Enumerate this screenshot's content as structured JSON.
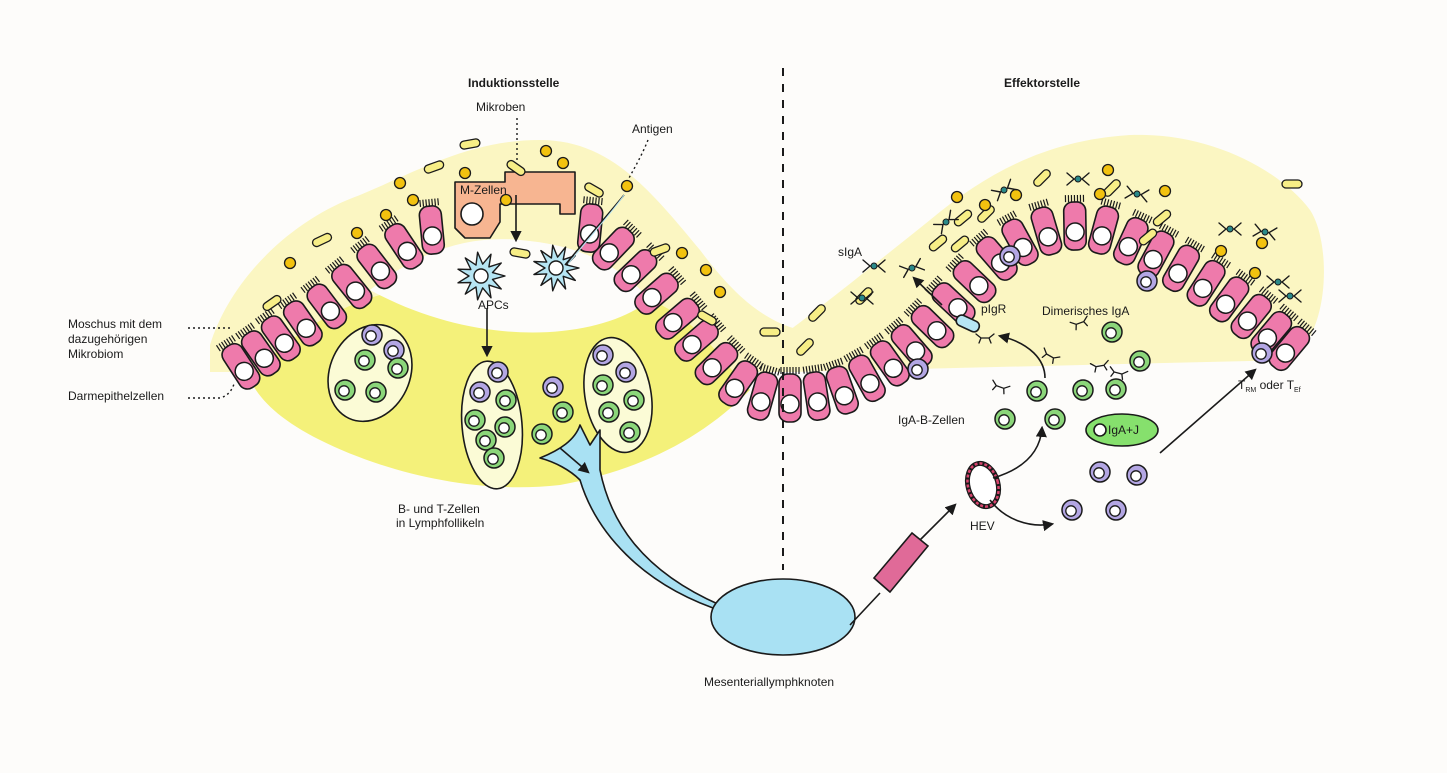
{
  "headings": {
    "induction": "Induktionsstelle",
    "effector": "Effektorstelle"
  },
  "labels": {
    "microbes": "Mikroben",
    "antigen": "Antigen",
    "m_cells": "M-Zellen",
    "apcs": "APCs",
    "mucus_line1": "Moschus mit dem",
    "mucus_line2": "dazugehörigen",
    "mucus_line3": "Mikrobiom",
    "epithelium": "Darmepithelzellen",
    "follicles_line1": "B- und T-Zellen",
    "follicles_line2": "in Lymphfollikeln",
    "lymph_node": "Mesenteriallymphknoten",
    "siga": "sIgA",
    "pigr": "pIgR",
    "dimeric_iga": "Dimerisches IgA",
    "iga_b_cells": "IgA-B-Zellen",
    "iga_j": "IgA+J",
    "hev": "HEV",
    "t_main": "T",
    "t_rm_sub": "RM",
    "t_or": " oder T",
    "t_ef_sub": "Ef"
  },
  "colors": {
    "mucus": "#fbf6c2",
    "lamina": "#f4f17a",
    "epithelial_cell": "#ee7aab",
    "m_cell": "#f7b591",
    "apc": "#b6e5f3",
    "b_cell": "#8bd67a",
    "t_cell": "#b3a6e3",
    "bacteria": "#f7ee86",
    "particle": "#f2c20f",
    "lymph": "#a9e1f3",
    "iga_j": "#86e06d",
    "vessel": "#e06a98"
  }
}
